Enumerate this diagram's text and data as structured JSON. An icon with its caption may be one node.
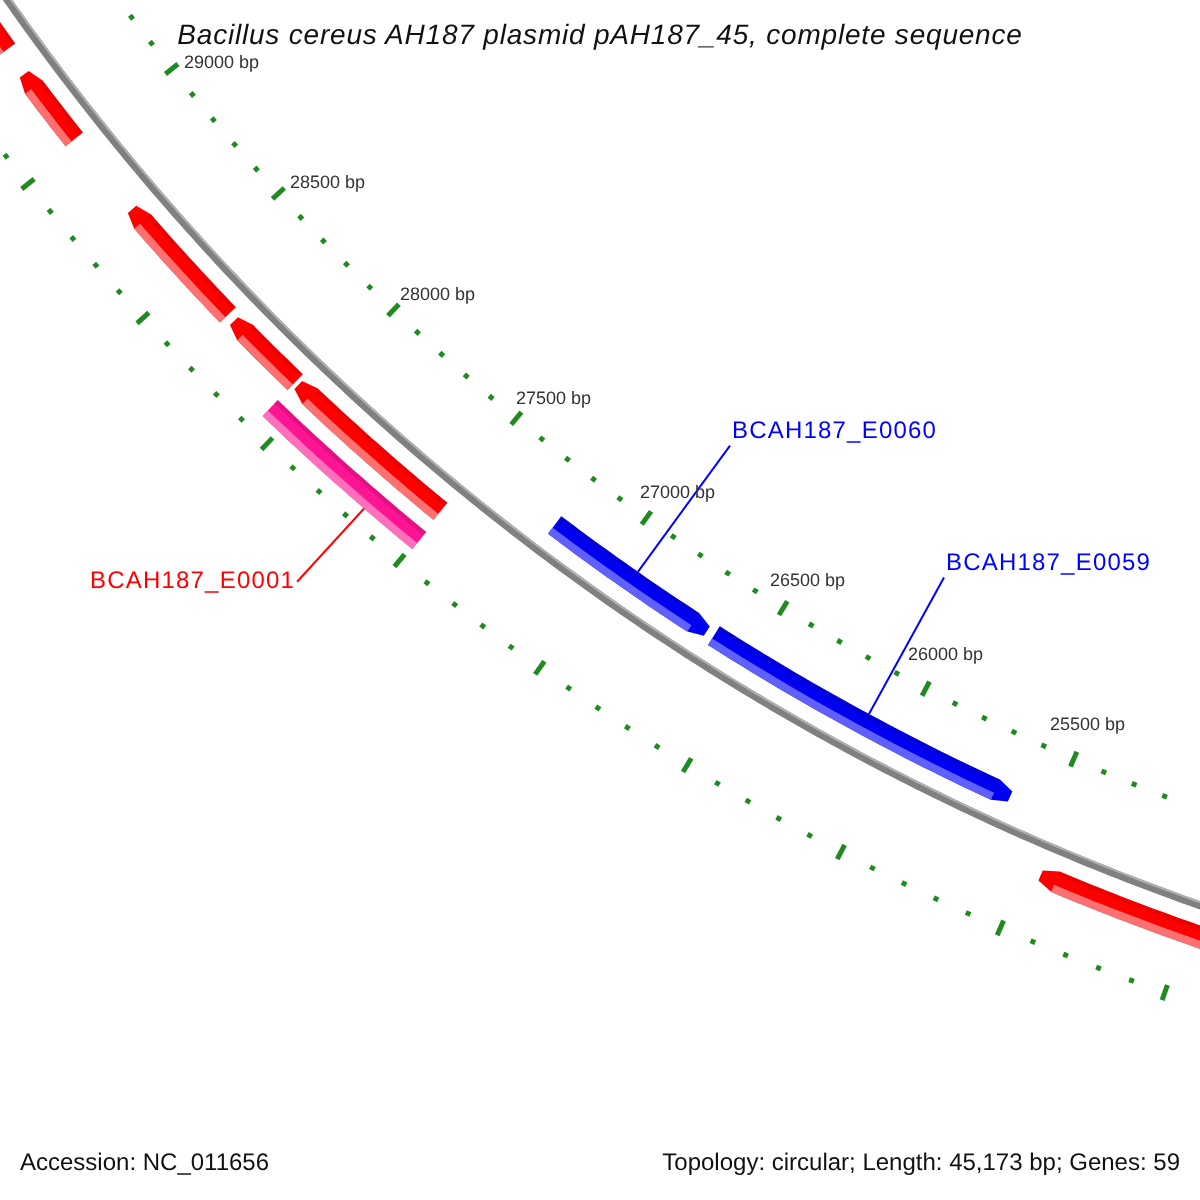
{
  "diagram": {
    "title": "Bacillus cereus AH187 plasmid pAH187_45, complete sequence",
    "nodes": [
      {
        "text": [
          "BCAH187_E0060"
        ]
      },
      {
        "text": [
          "BCAH187_E0059"
        ]
      },
      {
        "text": [
          "BCAH187_E0001"
        ]
      },
      {
        "text": [],
        "shape": "bar"
      },
      {
        "text": [],
        "shape": "bar"
      },
      {
        "text": [],
        "shape": "bar"
      }
    ],
    "edges": [
      {
        "from": 0,
        "to": 3,
        "arrow": "none"
      },
      {
        "from": 1,
        "to": 4,
        "arrow": "none"
      },
      {
        "from": 2,
        "to": 5,
        "arrow": "none",
        "color": "#ff0000"
      }
    ],
    "labels": [
      "29000 bp",
      "28500 bp",
      "28000 bp",
      "27500 bp",
      "27000 bp",
      "26500 bp",
      "26000 bp",
      "25500 bp",
      "Accession: NC_011656",
      "Topology: circular; Length: 45,173 bp; Genes: 59"
    ]
  }
}
